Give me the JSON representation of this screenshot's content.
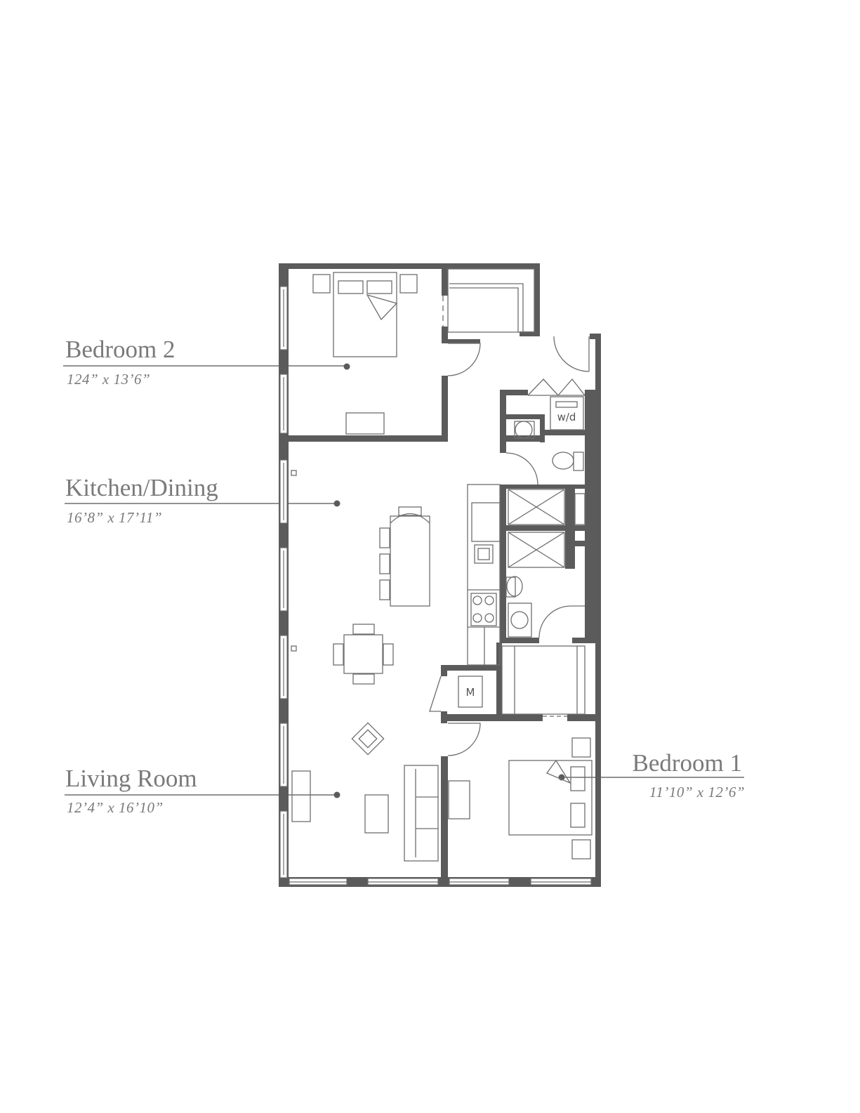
{
  "rooms": {
    "bedroom2": {
      "name": "Bedroom 2",
      "dims": "124” x 13’6”"
    },
    "kitchen_dining": {
      "name": "Kitchen/Dining",
      "dims": "16’8” x 17’11”"
    },
    "living_room": {
      "name": "Living Room",
      "dims": "12’4” x 16’10”"
    },
    "bedroom1": {
      "name": "Bedroom 1",
      "dims": "11’10” x 12’6”"
    }
  },
  "fixtures": {
    "washer_dryer": "w/d",
    "mechanical": "M"
  },
  "colors": {
    "wall": "#5b5b5b",
    "line": "#6e6e6e",
    "label": "#7a7a7a"
  }
}
